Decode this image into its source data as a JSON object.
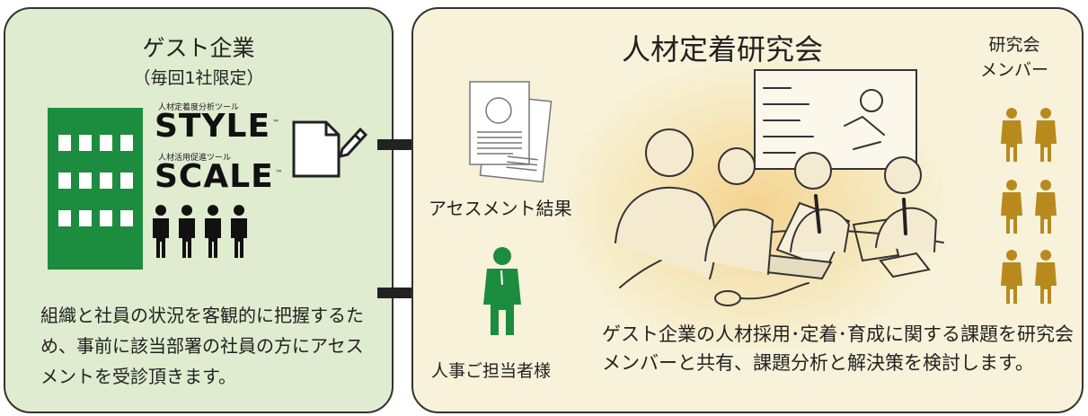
{
  "guest": {
    "title": "ゲスト企業",
    "subtitle": "（毎回1社限定）",
    "description": "組織と社員の状況を客観的に把握するため、事前に該当部署の社員の方にアセスメントを受診頂きます。"
  },
  "products": [
    {
      "tagline": "人材定着度分析ツール",
      "name": "STYLE",
      "mark": "™"
    },
    {
      "tagline": "人材活用促進ツール",
      "name": "SCALE",
      "mark": "™"
    }
  ],
  "study_group": {
    "title": "人材定着研究会",
    "members_label_line1": "研究会",
    "members_label_line2": "メンバー",
    "description": "ゲスト企業の人材採用･定着･育成に関する課題を研究会メンバーと共有、課題分析と解決策を検討します。"
  },
  "assessment_label": "アセスメント結果",
  "hr_label": "人事ご担当者様",
  "colors": {
    "green": "#1c8c3e",
    "gold": "#b88a1e",
    "left_bg": "#dfeccf",
    "right_bg": "#f7f2d9"
  }
}
